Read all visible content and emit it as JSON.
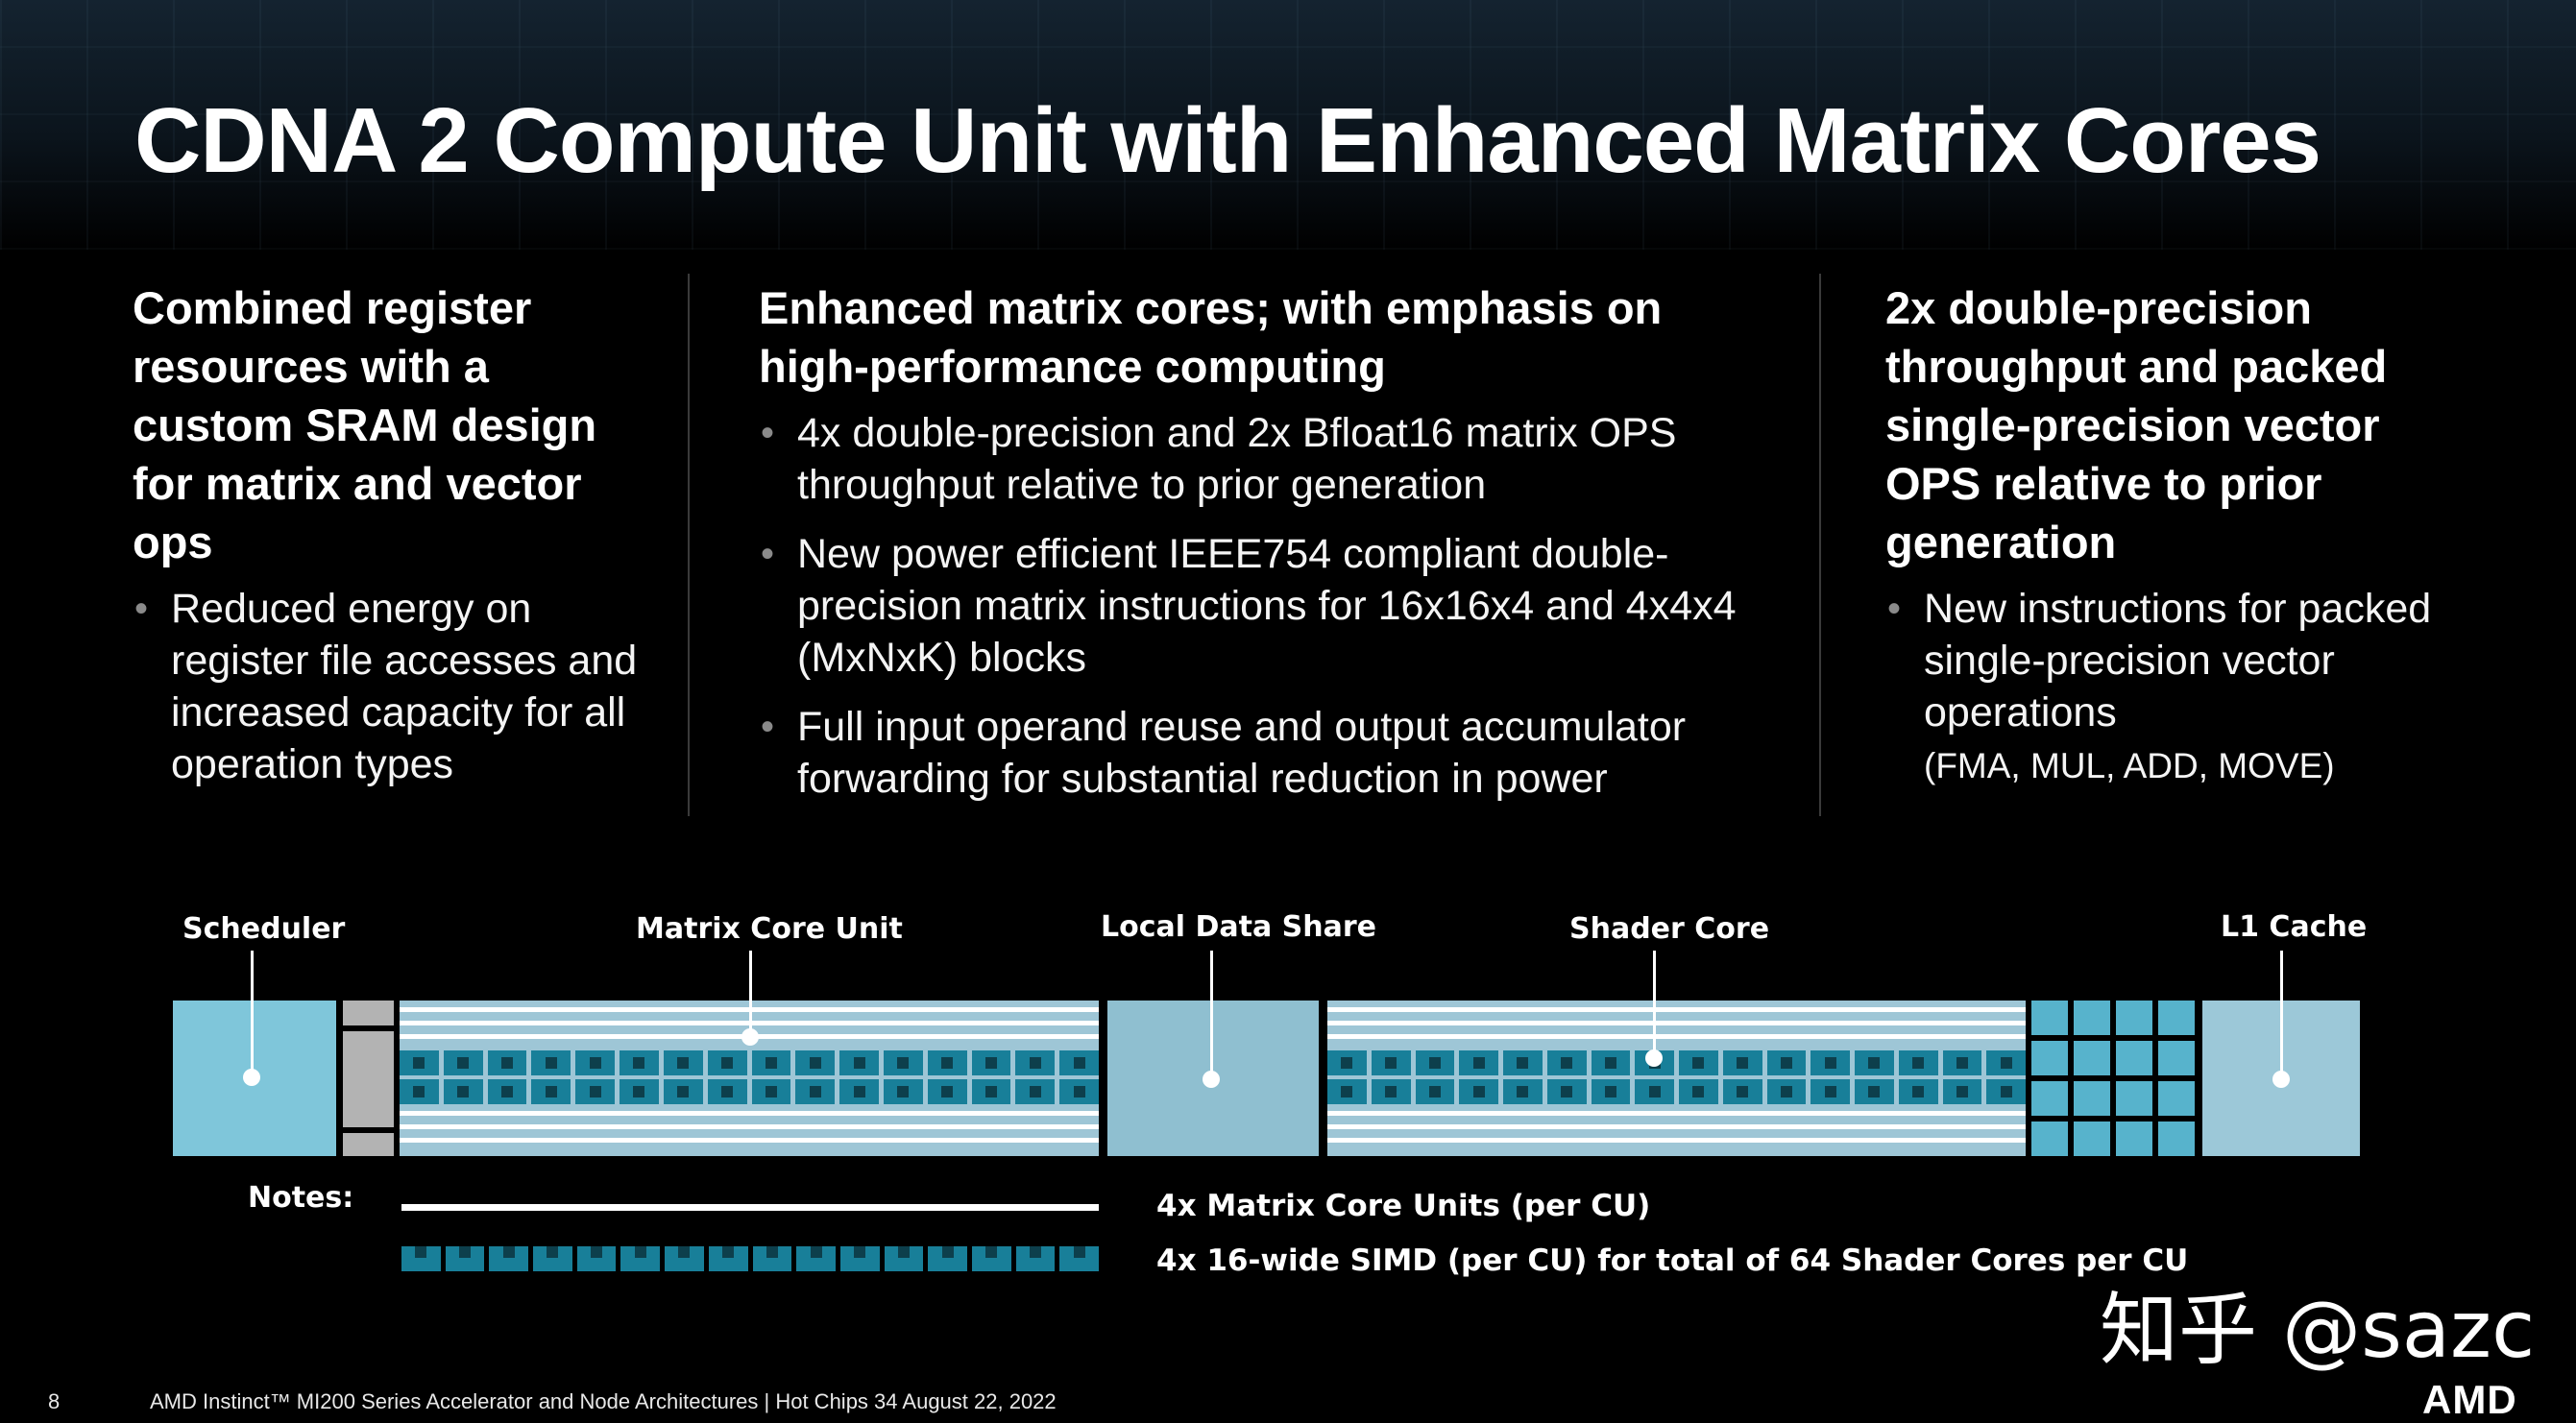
{
  "title": "CDNA 2 Compute Unit with Enhanced Matrix Cores",
  "columns": [
    {
      "heading": "Combined register resources with a custom SRAM design for matrix and vector ops",
      "bullets": [
        "Reduced energy on register file accesses and increased capacity for all operation types"
      ]
    },
    {
      "heading": "Enhanced matrix cores; with emphasis on high-performance computing",
      "bullets": [
        "4x double-precision and 2x Bfloat16 matrix OPS throughput relative to prior generation",
        "New power efficient IEEE754 compliant double-precision matrix instructions for 16x16x4 and 4x4x4 (MxNxK) blocks",
        "Full input operand reuse and output accumulator forwarding for substantial reduction in power"
      ]
    },
    {
      "heading": "2x double-precision throughput and packed single-precision vector OPS relative to prior generation",
      "bullets": [
        "New instructions for packed single-precision vector operations"
      ],
      "bullet_sub": "(FMA, MUL, ADD, MOVE)"
    }
  ],
  "diagram": {
    "labels": {
      "scheduler": "Scheduler",
      "matrix_core_unit": "Matrix Core Unit",
      "local_data_share": "Local Data Share",
      "shader_core": "Shader Core",
      "l1_cache": "L1 Cache"
    },
    "notes_label": "Notes:",
    "notes": [
      "4x  Matrix Core Units (per CU)",
      "4x  16-wide SIMD (per CU) for total of 64 Shader Cores per CU"
    ],
    "colors": {
      "scheduler": "#7fc6da",
      "gray_block": "#b3b3b3",
      "lds": "#8fbfd0",
      "l1_cache": "#9cc8d8",
      "simd_cell": "#187f99",
      "stripe": "#9ec6d6"
    }
  },
  "footer": {
    "page_number": "8",
    "text": "AMD Instinct™ MI200 Series Accelerator and Node Architectures   |   Hot Chips 34 August 22, 2022"
  },
  "watermark": "知乎 @sazc",
  "logo_text": "AMD"
}
